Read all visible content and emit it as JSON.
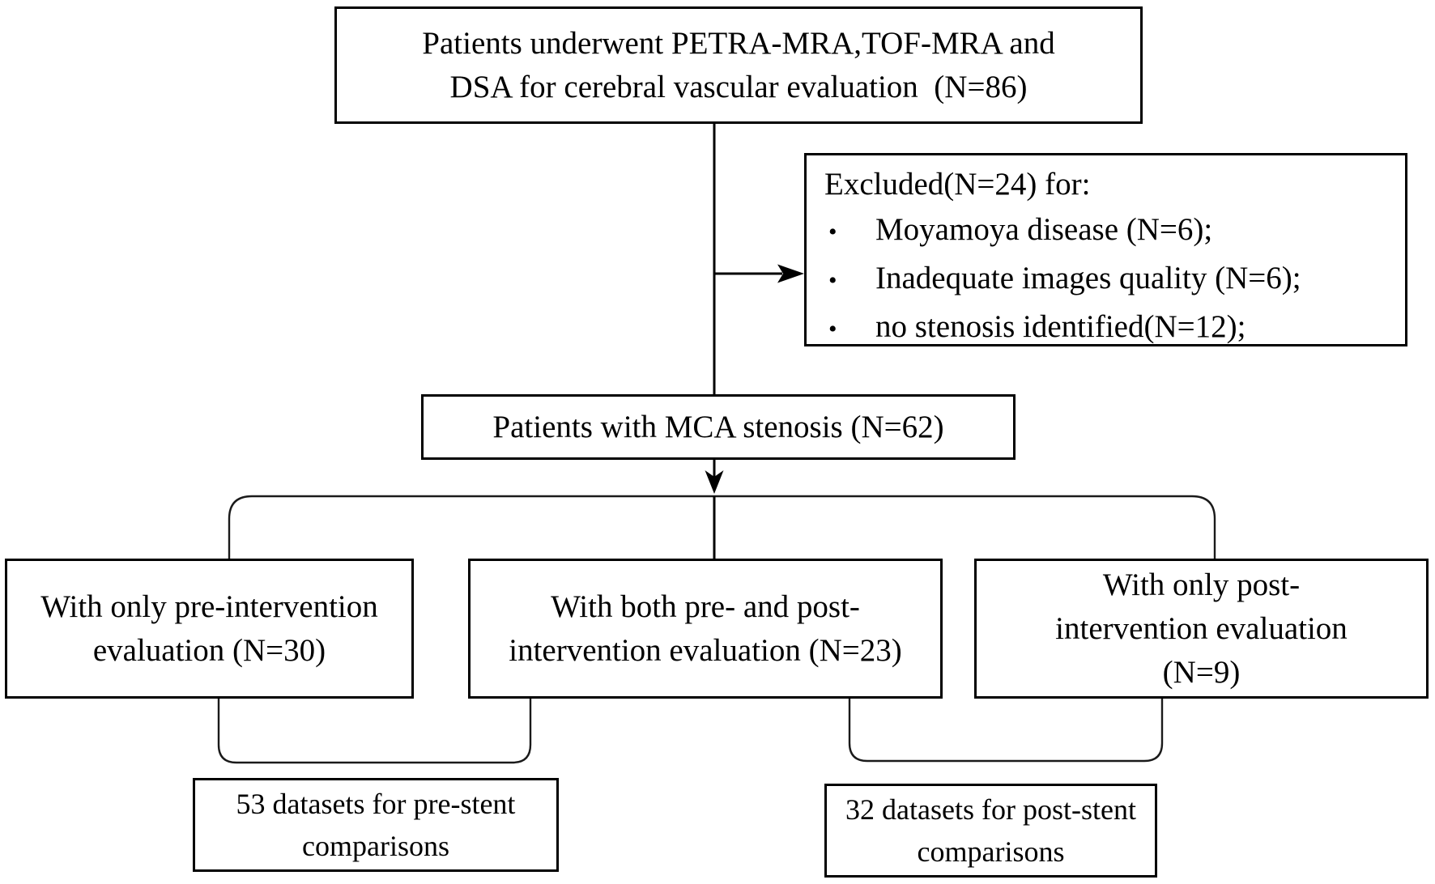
{
  "flowchart": {
    "top_box": {
      "line1": "Patients underwent PETRA-MRA,TOF-MRA and",
      "line2": "DSA for cerebral vascular evaluation  (N=86)"
    },
    "excluded_box": {
      "title": "Excluded(N=24) for:",
      "bullet": "•",
      "items": [
        "Moyamoya disease (N=6);",
        "Inadequate images quality (N=6);",
        "no stenosis identified(N=12);"
      ]
    },
    "mca_box": {
      "text": "Patients with MCA stenosis (N=62)"
    },
    "pre_only_box": {
      "line1": "With only pre-intervention",
      "line2": "evaluation (N=30)"
    },
    "both_box": {
      "line1": "With both pre- and post-",
      "line2": "intervention evaluation (N=23)"
    },
    "post_only_box": {
      "line1": "With only post-",
      "line2": "intervention evaluation",
      "line3": "(N=9)"
    },
    "pre_stent_box": {
      "line1": "53 datasets for pre-stent",
      "line2": "comparisons"
    },
    "post_stent_box": {
      "line1": "32 datasets for post-stent",
      "line2": "comparisons"
    },
    "colors": {
      "text": "#000000",
      "border": "#000000",
      "connector": "#000000",
      "background": "#ffffff"
    }
  }
}
